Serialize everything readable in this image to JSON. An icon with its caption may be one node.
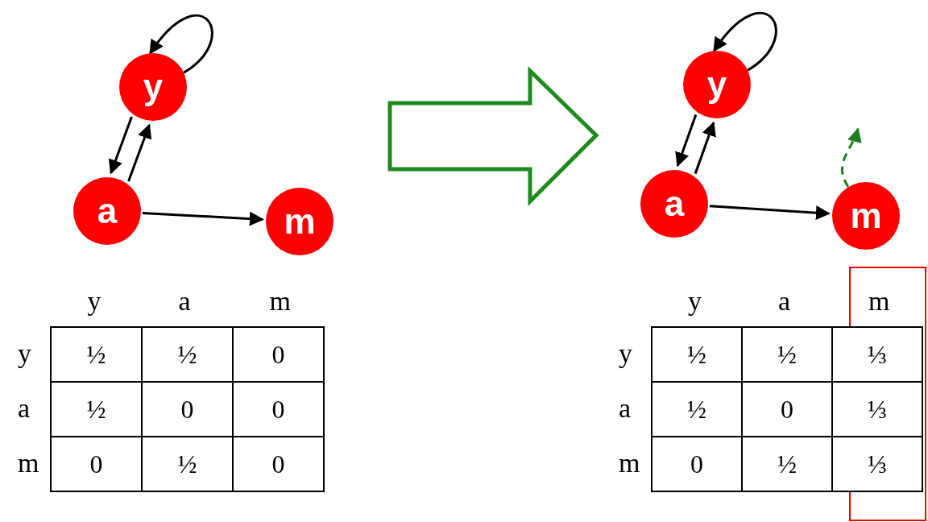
{
  "diagram": {
    "nodes": [
      {
        "text": [
          "y"
        ]
      },
      {
        "text": [
          "a"
        ]
      },
      {
        "text": [
          "m"
        ]
      },
      {
        "text": [
          "y"
        ]
      },
      {
        "text": [
          "a"
        ]
      },
      {
        "text": [
          "m"
        ]
      }
    ],
    "edges": [
      {
        "from": 0,
        "to": 0,
        "arrow": "to"
      },
      {
        "from": 1,
        "to": 0,
        "arrow": "to"
      },
      {
        "from": 0,
        "to": 1,
        "arrow": "to"
      },
      {
        "from": 1,
        "to": 2,
        "arrow": "to"
      },
      {
        "from": 3,
        "to": 3,
        "arrow": "to"
      },
      {
        "from": 4,
        "to": 3,
        "arrow": "to"
      },
      {
        "from": 3,
        "to": 4,
        "arrow": "to"
      },
      {
        "from": 4,
        "to": 5,
        "arrow": "to"
      },
      {
        "from": 5,
        "to": null,
        "arrow": "to",
        "style": "dashed",
        "color": "#1e7d1e"
      }
    ],
    "labels": [
      "y",
      "a",
      "m",
      "y",
      "½",
      "½",
      "0",
      "a",
      "½",
      "0",
      "0",
      "m",
      "0",
      "½",
      "0",
      "y",
      "a",
      "m",
      "y",
      "½",
      "½",
      "⅓",
      "a",
      "½",
      "0",
      "⅓",
      "m",
      "0",
      "½",
      "⅓"
    ]
  }
}
